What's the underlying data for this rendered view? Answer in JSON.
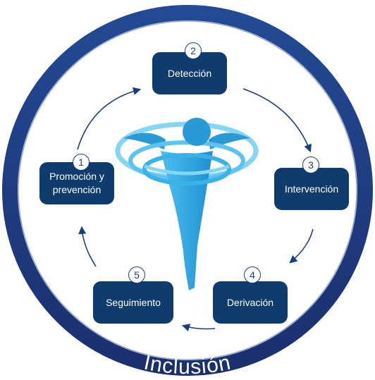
{
  "title": "Inclusión",
  "colors": {
    "ring_outer": "#1e3a7b",
    "ring_inner": "#14508f",
    "box": "#0f3c6c",
    "arrow": "#1b3f78",
    "figure_light": "#87d5f5",
    "figure_dark": "#2a9ad6",
    "figure_body": "#39b2ea"
  },
  "steps": [
    {
      "number": "1",
      "label": "Promoción y prevención"
    },
    {
      "number": "2",
      "label": "Detección"
    },
    {
      "number": "3",
      "label": "Intervención"
    },
    {
      "number": "4",
      "label": "Derivación"
    },
    {
      "number": "5",
      "label": "Seguimiento"
    }
  ]
}
